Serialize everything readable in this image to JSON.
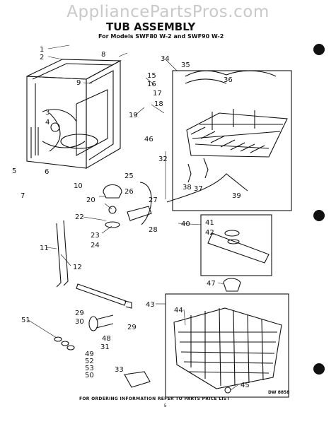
{
  "watermark": "AppliancePartsPros.com",
  "title": "TUB ASSEMBLY",
  "subtitle": "For Models SWF80 W-2 and SWF90 W-2",
  "footer": "FOR ORDERING INFORMATION REFER TO PARTS PRICE LIST",
  "page_number": "5",
  "drawing_code": "DW 8858",
  "callouts": [
    "1",
    "2",
    "3",
    "4",
    "5",
    "6",
    "7",
    "8",
    "9",
    "10",
    "11",
    "12",
    "15",
    "16",
    "17",
    "18",
    "19",
    "20",
    "22",
    "23",
    "24",
    "25",
    "26",
    "27",
    "28",
    "29",
    "29",
    "30",
    "31",
    "32",
    "33",
    "34",
    "35",
    "36",
    "37",
    "38",
    "39",
    "40",
    "41",
    "42",
    "43",
    "44",
    "45",
    "46",
    "47",
    "48",
    "49",
    "50",
    "51",
    "52",
    "53"
  ]
}
